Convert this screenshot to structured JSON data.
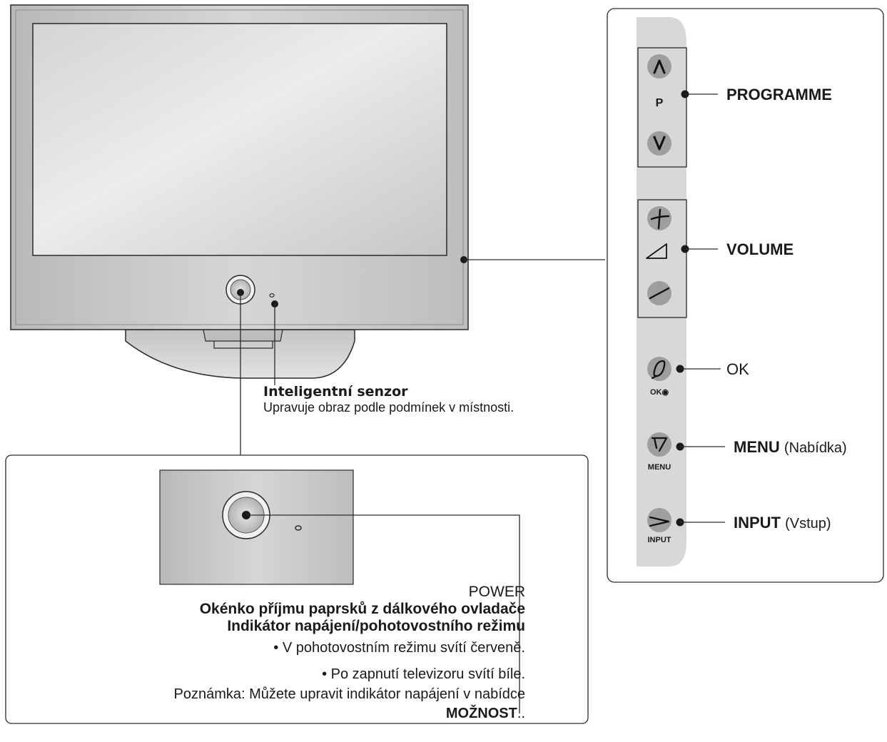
{
  "tv": {
    "sensor_title": "Inteligentní senzor",
    "sensor_desc": "Upravuje obraz podle podmínek v místnosti."
  },
  "side_panel": {
    "p_letter": "P",
    "ok_caption": "OK◉",
    "menu_caption": "MENU",
    "input_caption": "INPUT",
    "labels": {
      "programme": "PROGRAMME",
      "volume": "VOLUME",
      "ok": "OK",
      "menu_bold": "MENU",
      "menu_paren": "(Nabídka)",
      "input_bold": "INPUT",
      "input_paren": "(Vstup)"
    }
  },
  "power_box": {
    "line1": "POWER",
    "line2": "Okénko příjmu paprsků z dálkového ovladače",
    "line3": "Indikátor napájení/pohotovostního režimu",
    "line4": "• V  pohotovostním režimu svítí červeně.",
    "line5": "• Po zapnutí televizoru svítí bíle.",
    "line6": "Poznámka: Můžete upravit indikátor napájení v nabídce",
    "line7_bold": "MOŽNOST",
    "line7_tail": ".."
  },
  "icons": {
    "prog_up": "chevron-up-icon",
    "prog_down": "chevron-down-icon",
    "vol_up": "plus-icon",
    "vol": "volume-wedge-icon",
    "vol_down": "minus-icon",
    "ok": "ok-icon",
    "menu": "menu-icon",
    "input": "input-arrow-icon",
    "power": "power-button-icon",
    "sensor": "sensor-dot-icon"
  },
  "colors": {
    "line": "#2a2a2a",
    "panel_bg": "#d8d8d8",
    "button_bg": "#9e9e9e"
  }
}
